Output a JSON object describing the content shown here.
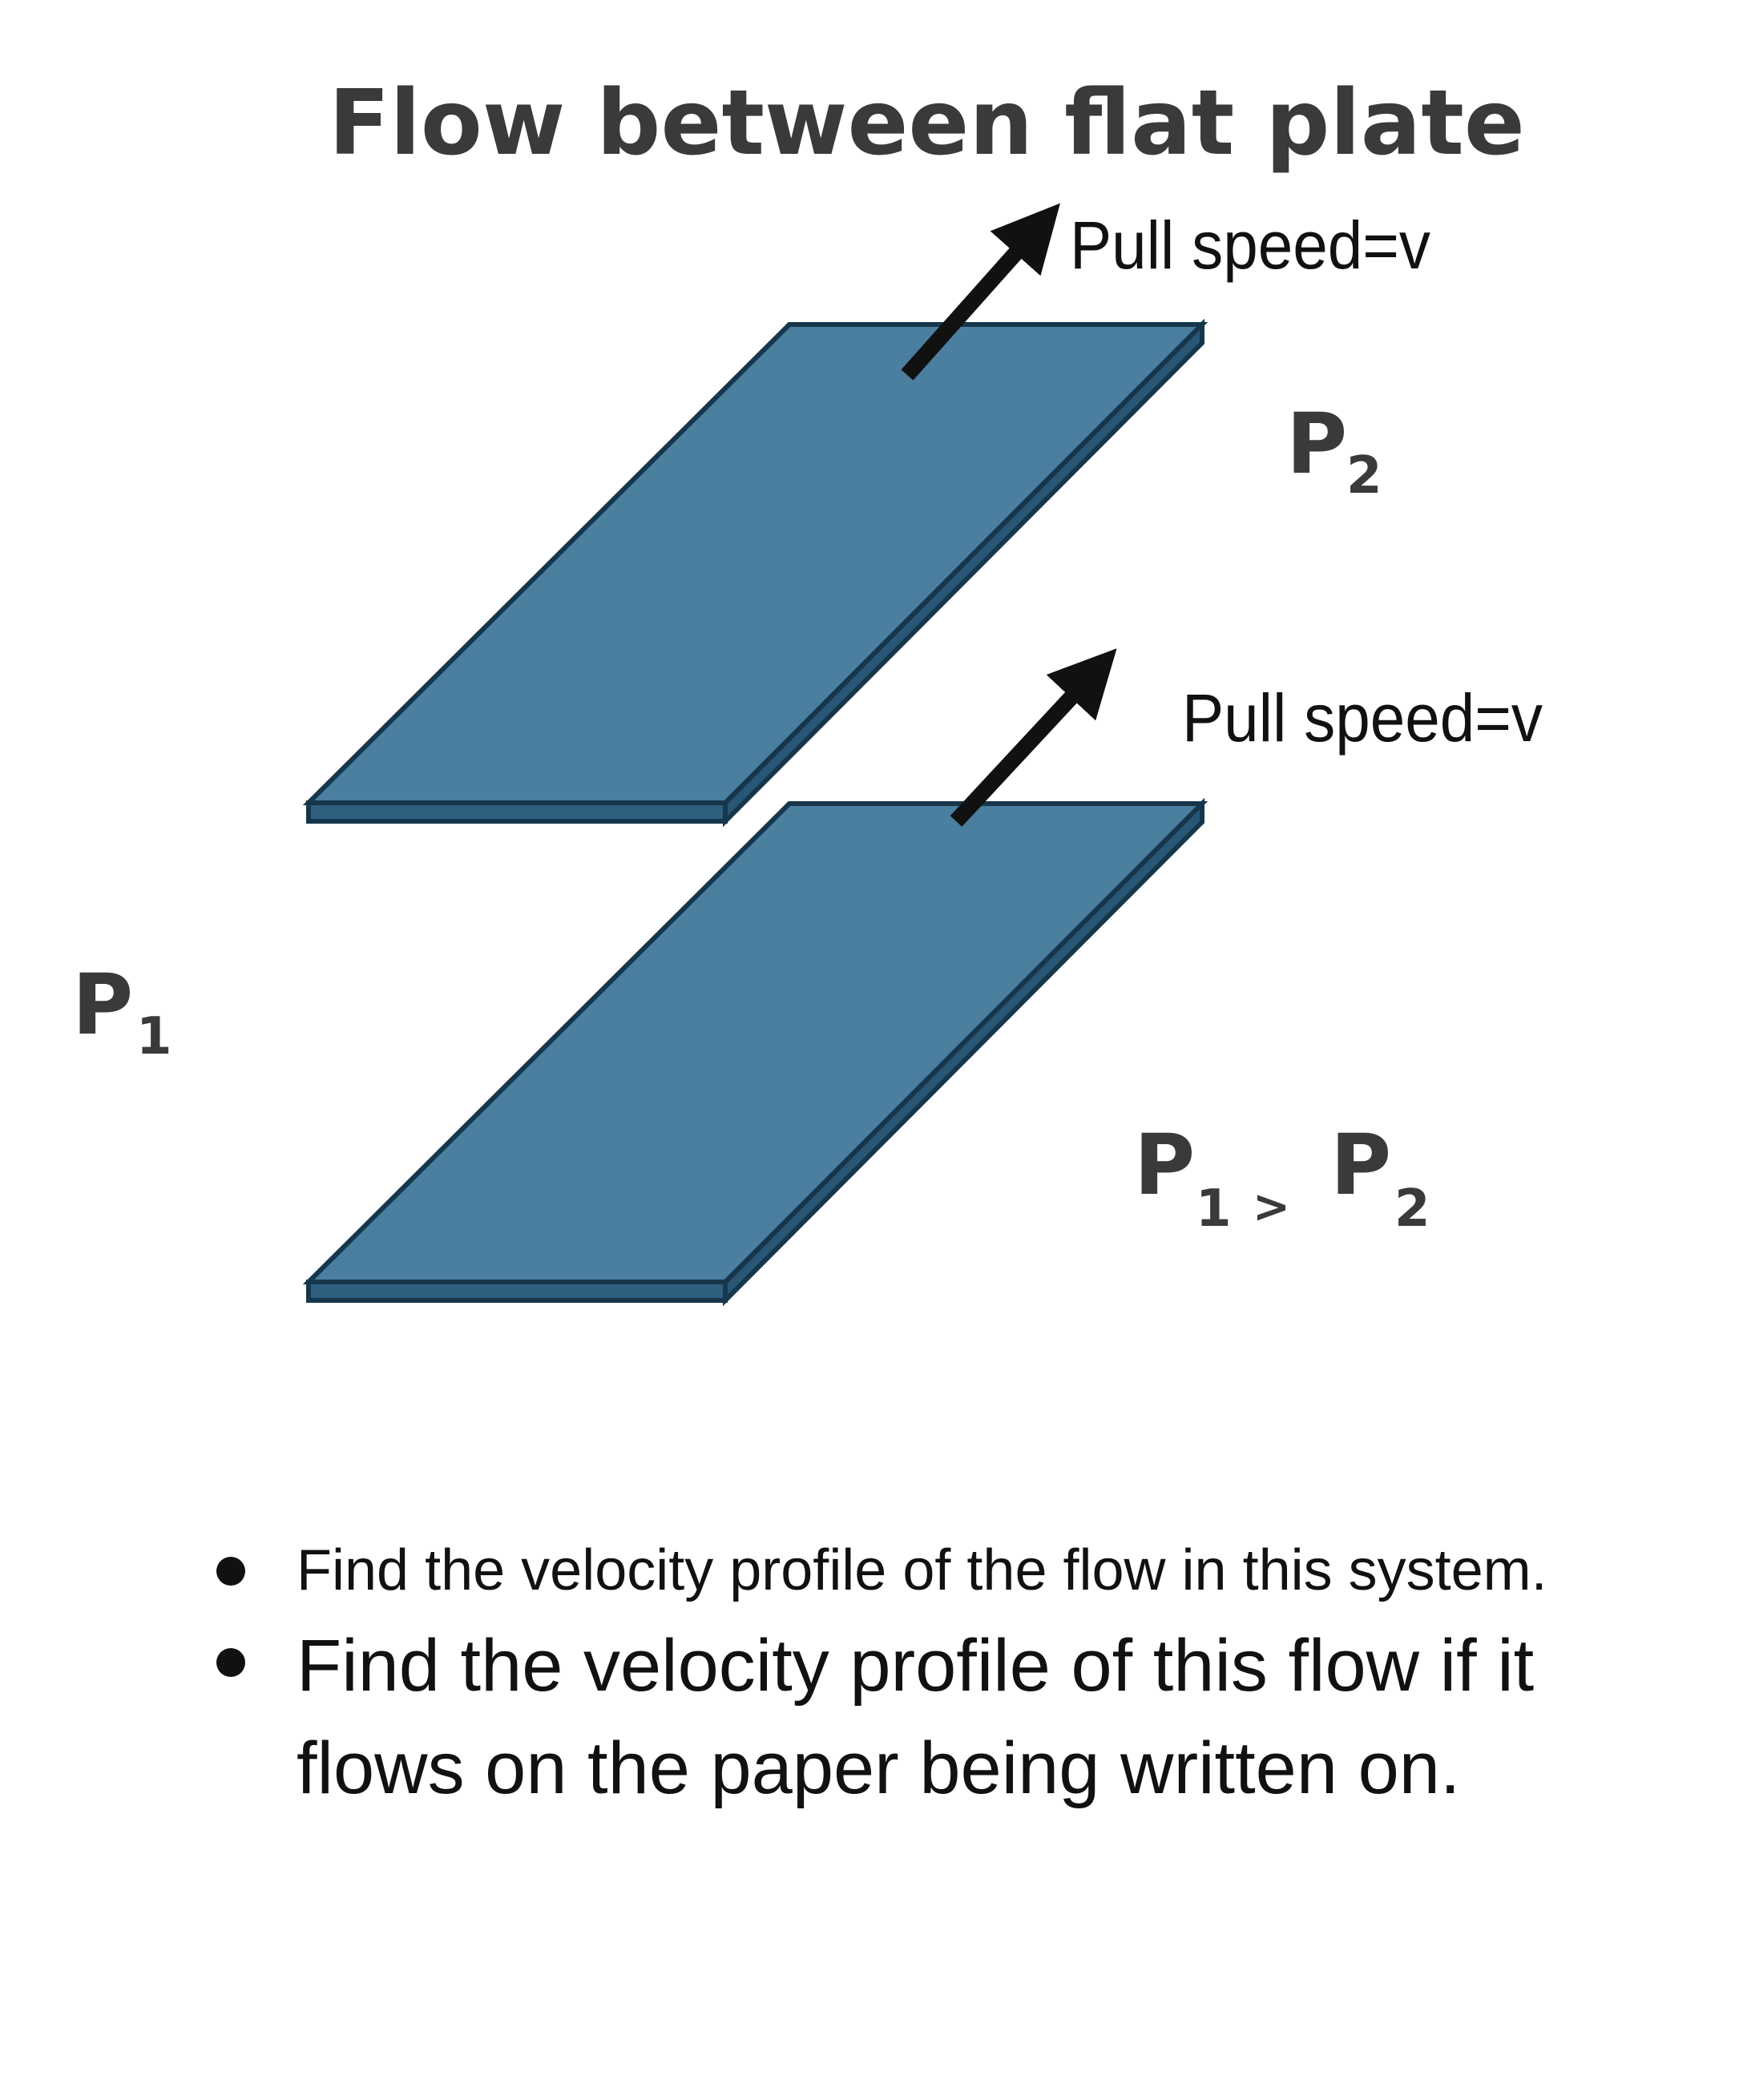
{
  "title": "Flow between flat plate",
  "top_plate": {
    "pull_label": "Pull speed=v"
  },
  "bottom_plate": {
    "pull_label": "Pull speed=v"
  },
  "pressure_labels": {
    "right": {
      "letter": "P",
      "subscript": "2"
    },
    "left": {
      "letter": "P",
      "subscript": "1"
    },
    "relation": {
      "left_letter": "P",
      "left_sub": "1",
      "operator": ">",
      "right_letter": "P",
      "right_sub": "2"
    }
  },
  "questions": [
    "Find the velocity profile of the flow in this system.",
    "Find the velocity profile of this flow if it flows on the paper being written on."
  ],
  "colors": {
    "plate_face": "#4a7fa0",
    "plate_edge": "#2f5f7f",
    "plate_outline": "#16364c",
    "arrow": "#111111",
    "title_text": "#3a3a3a"
  }
}
